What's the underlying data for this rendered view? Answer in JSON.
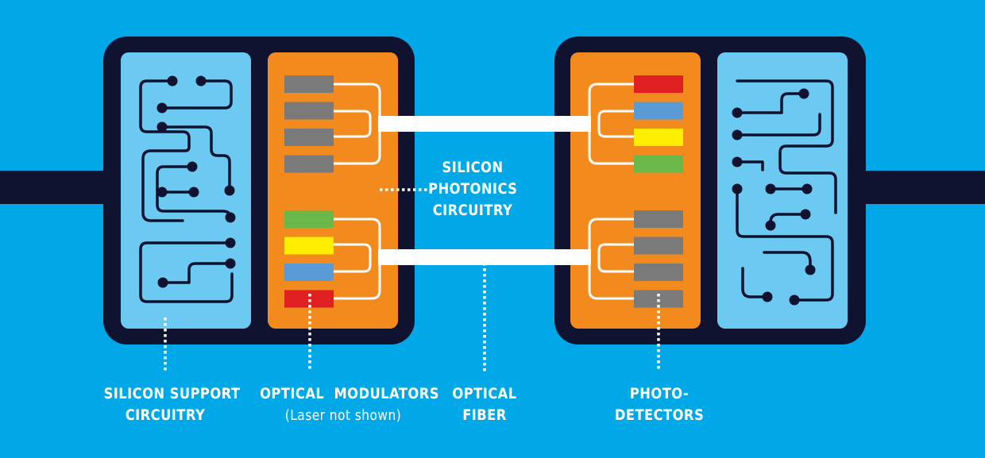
{
  "colors": {
    "background": "#00a8e8",
    "chip_outline": "#0f1330",
    "support_panel": "#6cc9f2",
    "photonics_panel": "#f28a1d",
    "fiber": "#ffffff",
    "gray": "#7a7a7a",
    "red": "#e02020",
    "blue": "#5b9bd5",
    "yellow": "#ffee00",
    "green": "#6ab84a"
  },
  "modulator_group_top": [
    "gray",
    "gray",
    "gray",
    "gray"
  ],
  "modulator_group_bottom": [
    "green",
    "yellow",
    "blue",
    "red"
  ],
  "detector_group_top": [
    "red",
    "blue",
    "yellow",
    "green"
  ],
  "detector_group_bottom": [
    "gray",
    "gray",
    "gray",
    "gray"
  ],
  "labels": {
    "silicon_photonics": [
      "SILICON",
      "PHOTONICS",
      "CIRCUITRY"
    ],
    "silicon_support": [
      "SILICON SUPPORT",
      "CIRCUITRY"
    ],
    "optical_modulators": "OPTICAL  MODULATORS",
    "laser_note": "(Laser not shown)",
    "optical_fiber": [
      "OPTICAL",
      "FIBER"
    ],
    "photodetectors": [
      "PHOTO-",
      "DETECTORS"
    ]
  }
}
